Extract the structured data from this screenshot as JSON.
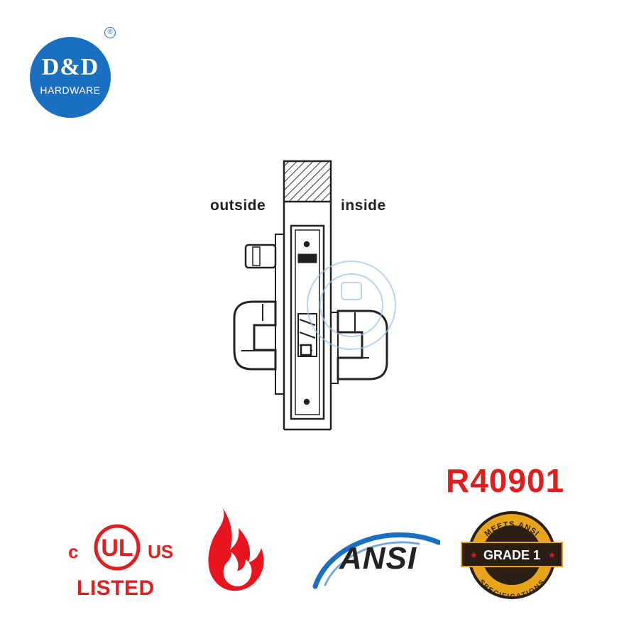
{
  "logo": {
    "brand": "D&D",
    "subtitle": "HARDWARE",
    "registered": "®"
  },
  "diagram": {
    "outside_label": "outside",
    "inside_label": "inside"
  },
  "model_number": "R40901",
  "certifications": {
    "ul": {
      "c": "c",
      "us": "US",
      "listed": "LISTED",
      "mark": "UL"
    },
    "fire": {
      "icon": "flame-icon"
    },
    "ansi": {
      "text": "ANSI"
    },
    "grade": {
      "top": "MEETS ANSI",
      "center": "GRADE 1",
      "bottom": "SPECIFICATIONS"
    }
  },
  "colors": {
    "brand_blue": "#1a6fc0",
    "accent_red": "#e01e1e",
    "badge_gold": "#e8a51a",
    "dark": "#222222"
  }
}
